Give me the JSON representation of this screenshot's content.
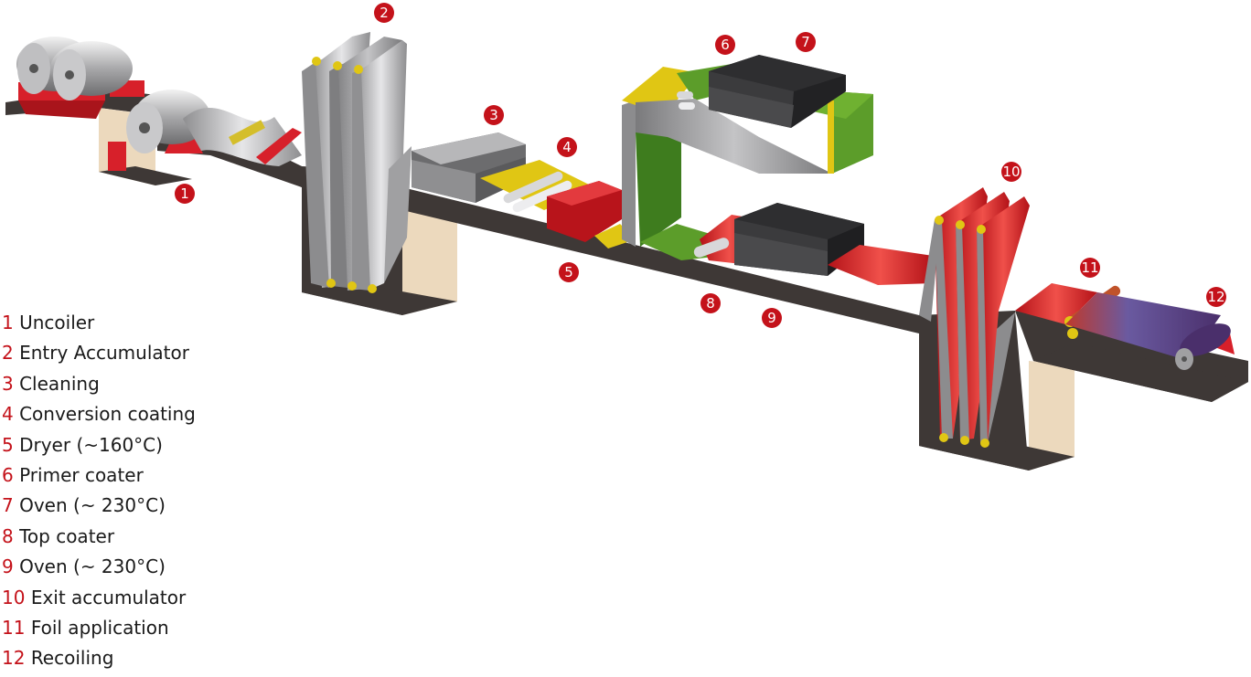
{
  "colors": {
    "badge": "#c4121a",
    "legend_number": "#c4121a",
    "legend_text": "#1a1a1a",
    "platform_top": "#3e3836",
    "platform_side": "#ecd9bd",
    "oven": "#3b3b3d",
    "strip_steel": "#a9a9ab",
    "strip_red": "#d7202a",
    "primer_green": "#5c9d2a",
    "coating_yellow": "#e3c516"
  },
  "badges": [
    {
      "number": "1"
    },
    {
      "number": "2"
    },
    {
      "number": "3"
    },
    {
      "number": "4"
    },
    {
      "number": "5"
    },
    {
      "number": "6"
    },
    {
      "number": "7"
    },
    {
      "number": "8"
    },
    {
      "number": "9"
    },
    {
      "number": "10"
    },
    {
      "number": "11"
    },
    {
      "number": "12"
    }
  ],
  "legend": [
    {
      "number": "1",
      "text": "Uncoiler"
    },
    {
      "number": "2",
      "text": "Entry Accumulator"
    },
    {
      "number": "3",
      "text": "Cleaning"
    },
    {
      "number": "4",
      "text": "Conversion coating"
    },
    {
      "number": "5",
      "text": "Dryer (~160°C)"
    },
    {
      "number": "6",
      "text": "Primer coater"
    },
    {
      "number": "7",
      "text": "Oven (~ 230°C)"
    },
    {
      "number": "8",
      "text": "Top coater"
    },
    {
      "number": "9",
      "text": "Oven (~ 230°C)"
    },
    {
      "number": "10",
      "text": "Exit accumulator"
    },
    {
      "number": "11",
      "text": "Foil application"
    },
    {
      "number": "12",
      "text": "Recoiling"
    }
  ]
}
